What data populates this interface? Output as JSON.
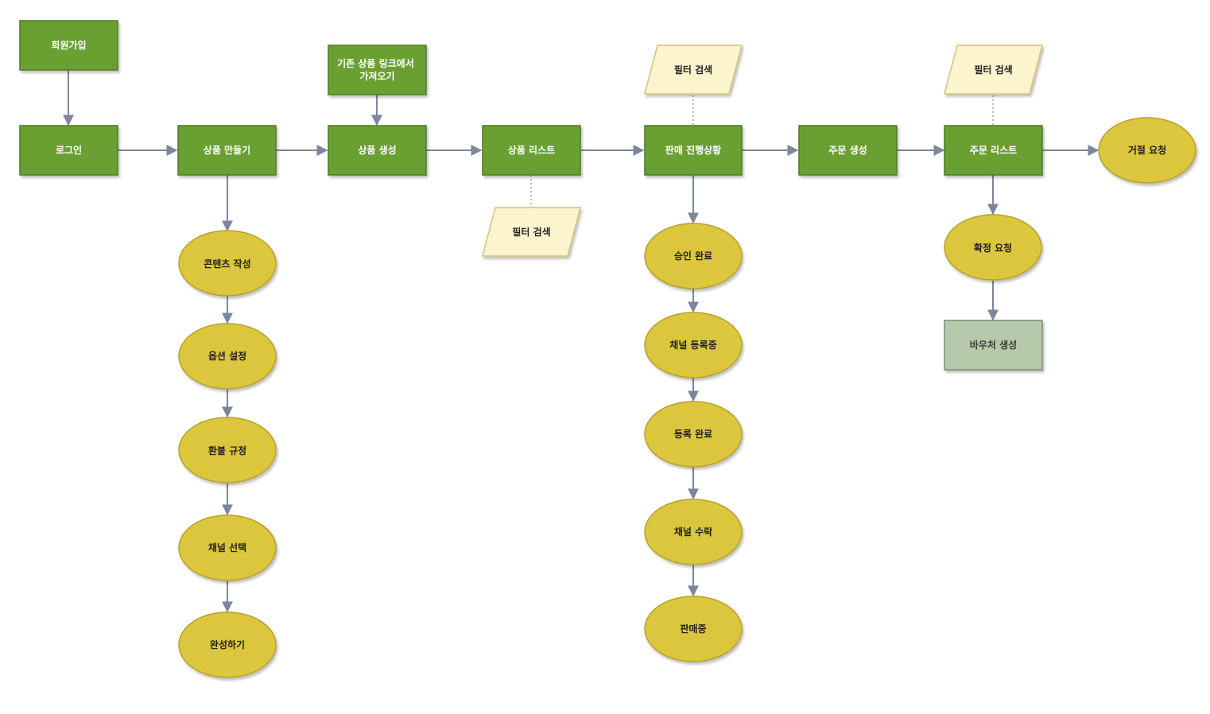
{
  "nodes": {
    "signup": "회원가입",
    "login": "로그인",
    "create_product": "상품 만들기",
    "import_link": [
      "기존 상품 링크에서",
      "가져오기"
    ],
    "product_gen": "상품 생성",
    "product_list": "상품 리스트",
    "filter_1": "필터 검색",
    "sales_status": "판매 진행상황",
    "filter_2": "필터 검색",
    "order_gen": "주문 생성",
    "order_list": "주문 리스트",
    "filter_3": "필터 검색",
    "reject_request": "거절 요청",
    "write_content": "콘텐츠 작성",
    "option_setting": "옵션 설정",
    "refund_policy": "환불 규정",
    "channel_select": "채널 선택",
    "complete": "완성하기",
    "approved": "승인 완료",
    "channel_registering": "채널 등록중",
    "registered": "등록 완료",
    "channel_accept": "채널 수락",
    "on_sale": "판매중",
    "confirm_request": "확정 요청",
    "voucher_gen": "바우처 생성"
  },
  "colors": {
    "process_fill": "#6a9f32",
    "oval_fill": "#dcc63e",
    "input_fill": "#fcf4cf",
    "voucher_fill": "#b6c9ab",
    "arrow": "#7c879c"
  }
}
